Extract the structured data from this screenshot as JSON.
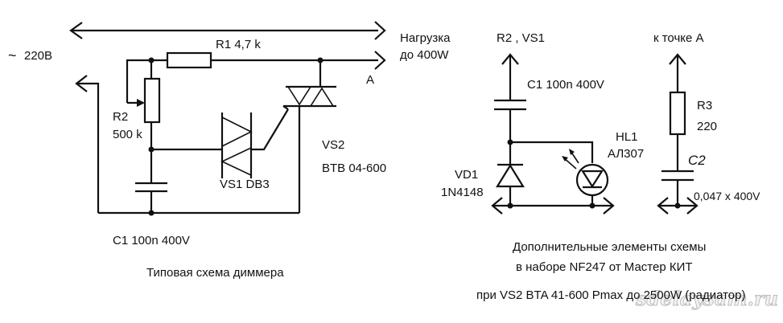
{
  "main_circuit": {
    "supply_label": "220В",
    "supply_symbol": "~",
    "load_label_line1": "Нагрузка",
    "load_label_line2": "до 400W",
    "point_a_label": "A",
    "r1_label": "R1  4,7 k",
    "r2_label_line1": "R2",
    "r2_label_line2": "500 k",
    "vs1_label": "VS1 DB3",
    "vs2_label_line1": "VS2",
    "vs2_label_line2": "BTB 04-600",
    "c1_label": "C1 100n  400V",
    "caption": "Типовая схема диммера"
  },
  "extra_circuit_1": {
    "top_label": "R2 , VS1",
    "c1_label": "C1 100n 400V",
    "vd1_label_line1": "VD1",
    "vd1_label_line2": "1N4148",
    "hl1_label_line1": "HL1",
    "hl1_label_line2": "АЛ307"
  },
  "extra_circuit_2": {
    "top_label": "к точке A",
    "r3_label_line1": "R3",
    "r3_label_line2": "220",
    "c2_label": "C2",
    "c2_value": "0,047 x 400V"
  },
  "notes": {
    "line1": "Дополнительные элементы схемы",
    "line2": "в наборе NF247  от Мастер КИТ",
    "line3": "при VS2 BTA 41-600 Pmax до 2500W (радиатор)"
  },
  "watermark": "sdelaysam.ru"
}
